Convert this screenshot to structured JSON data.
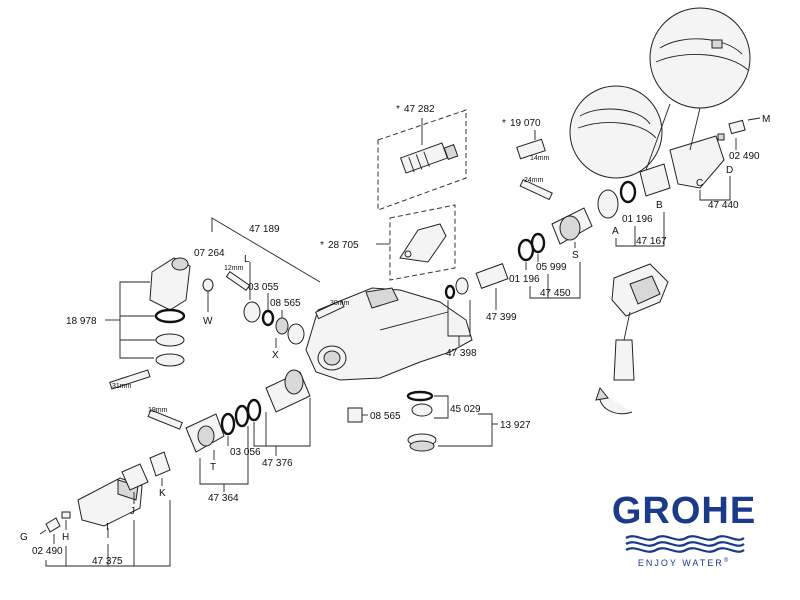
{
  "brand": {
    "name": "GROHE",
    "slogan": "ENJOY WATER",
    "registered_mark": "®",
    "color": "#1a3a8a"
  },
  "diagram": {
    "part_labels": {
      "p47282": "47 282",
      "p19070": "19 070",
      "p28705": "28 705",
      "p47189": "47 189",
      "p07264": "07 264",
      "pL": "L",
      "p03055": "03 055",
      "p08565a": "08 565",
      "pW": "W",
      "pX": "X",
      "p18978": "18 978",
      "p47398": "47 398",
      "p47399": "47 399",
      "p01196a": "01 196",
      "p05999": "05 999",
      "pS": "S",
      "p47450": "47 450",
      "p01196b": "01 196",
      "pA": "A",
      "pB": "B",
      "p47167": "47 167",
      "pC": "C",
      "pD": "D",
      "p02490a": "02 490",
      "pM": "M",
      "p47440": "47 440",
      "p08565b": "08 565",
      "p45029": "45 029",
      "p13927": "13 927",
      "pT": "T",
      "p03056": "03 056",
      "p47376": "47 376",
      "p47364": "47 364",
      "pK": "K",
      "pJ": "J",
      "pI": "I",
      "pH": "H",
      "pG": "G",
      "p02490b": "02 490",
      "p47375": "47 375"
    },
    "spare_marker": "*",
    "dimension_labels": {
      "d12": "12mm",
      "d30": "30mm",
      "d31": "31mm",
      "d19": "19mm",
      "d24": "24mm",
      "d14": "14mm"
    }
  }
}
